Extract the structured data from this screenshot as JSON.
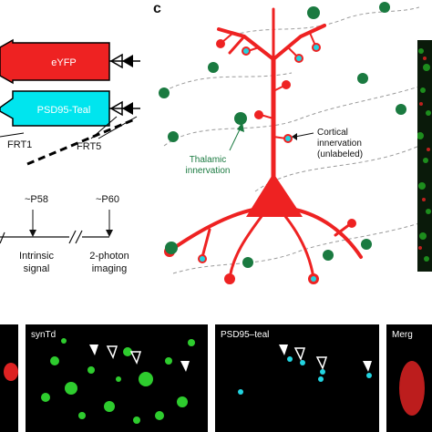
{
  "figure": {
    "panel_label_c": "c",
    "construct": {
      "eyfp_label": "eYFP",
      "psd95_label": "PSD95-Teal",
      "frt1_label": "FRT1",
      "frt5_label": "FRT5",
      "eyfp_color": "#ee2222",
      "teal_color": "#00e5ee"
    },
    "timeline": {
      "t1_label": "~P58",
      "t1_event_line1": "Intrinsic",
      "t1_event_line2": "signal",
      "t2_label": "~P60",
      "t2_event_line1": "2-photon",
      "t2_event_line2": "imaging"
    },
    "diagram": {
      "neuron_color": "#ee2222",
      "thalamic_color": "#1a7a40",
      "cortical_color": "#22d3e0",
      "thalamic_line1": "Thalamic",
      "thalamic_line2": "innervation",
      "cortical_line1": "Cortical",
      "cortical_line2": "innervation",
      "cortical_line3": "(unlabeled)"
    },
    "micrographs": {
      "syntd_label": "synTd",
      "psd95_teal_label": "PSD95–teal",
      "merge_label": "Merg"
    }
  }
}
